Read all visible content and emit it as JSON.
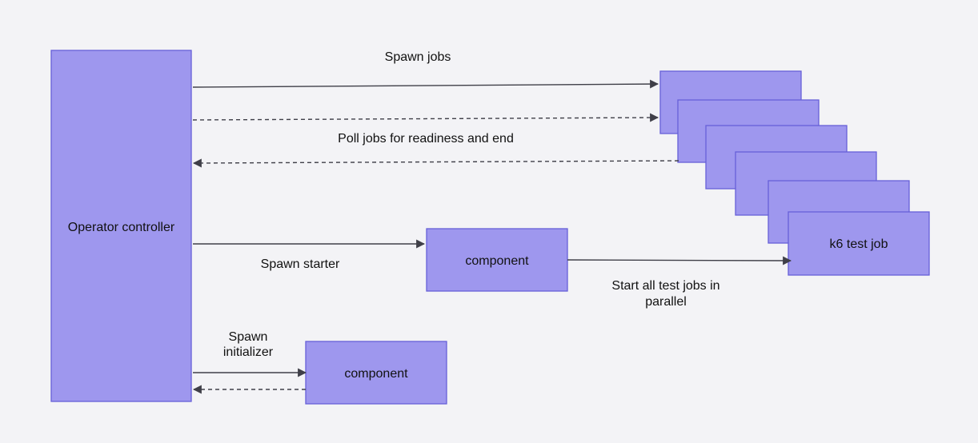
{
  "colors": {
    "background": "#f3f3f6",
    "node_fill": "#9e97ee",
    "node_stroke": "#6660d8",
    "edge": "#3f3f48",
    "text": "#111111"
  },
  "nodes": {
    "operator": "Operator controller",
    "starter": "component",
    "initializer": "component",
    "test_job": "k6 test job"
  },
  "edges": {
    "spawn_jobs": "Spawn jobs",
    "poll_jobs": "Poll jobs for readiness and end",
    "spawn_starter": "Spawn starter",
    "start_all": [
      "Start all test jobs in",
      "parallel"
    ],
    "spawn_initializer": [
      "Spawn",
      "initializer"
    ]
  }
}
